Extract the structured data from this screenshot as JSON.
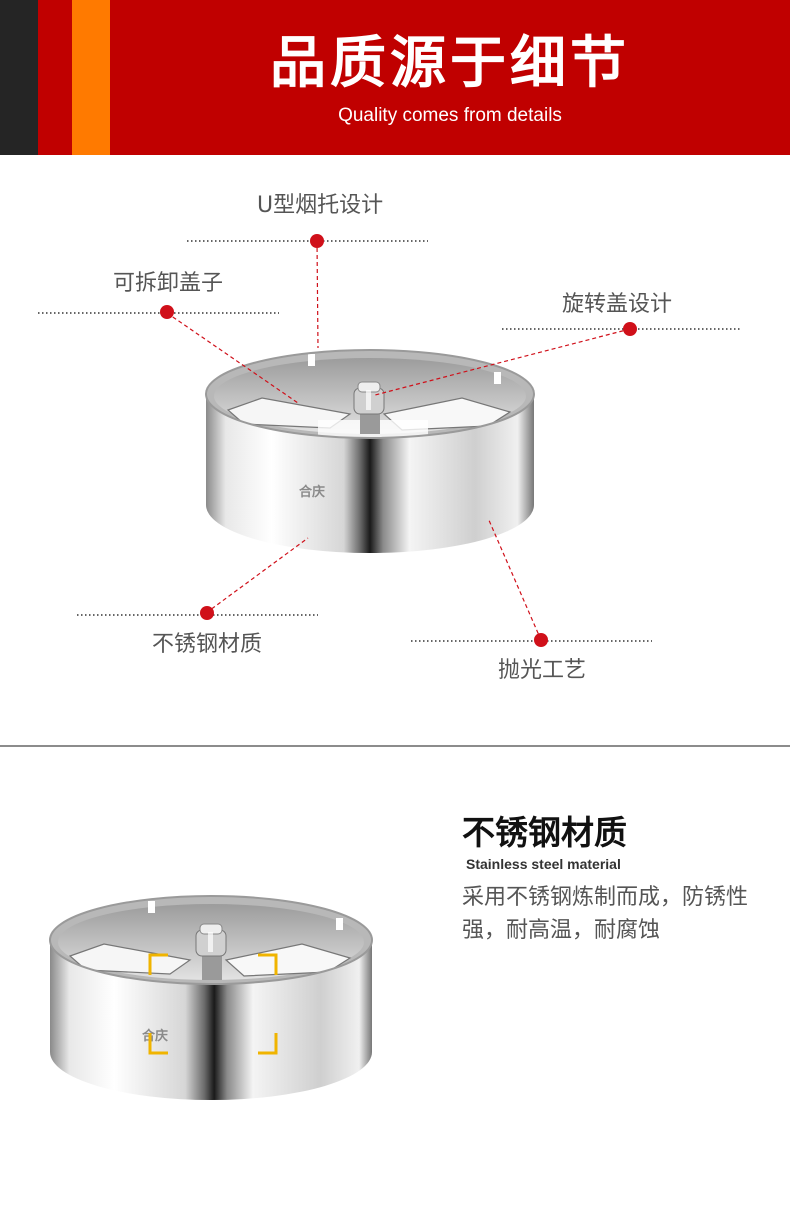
{
  "banner": {
    "title": "品质源于细节",
    "subtitle": "Quality comes from details"
  },
  "callouts": {
    "u_holder": "U型烟托设计",
    "removable_lid": "可拆卸盖子",
    "rotating_lid": "旋转盖设计",
    "stainless_material": "不锈钢材质",
    "polish": "抛光工艺"
  },
  "feature": {
    "title": "不锈钢材质",
    "subtitle": "Stainless steel material",
    "description": "采用不锈钢炼制而成，防锈性强，耐高温，耐腐蚀"
  },
  "product": {
    "brand_logo": "合庆"
  },
  "colors": {
    "banner_red": "#c00000",
    "stripe_dark": "#252525",
    "stripe_orange": "#ff7a00",
    "marker_red": "#d0101a",
    "bracket_yellow": "#f0b400"
  },
  "icons": [
    "callout-dot-icon",
    "corner-bracket-icon"
  ]
}
